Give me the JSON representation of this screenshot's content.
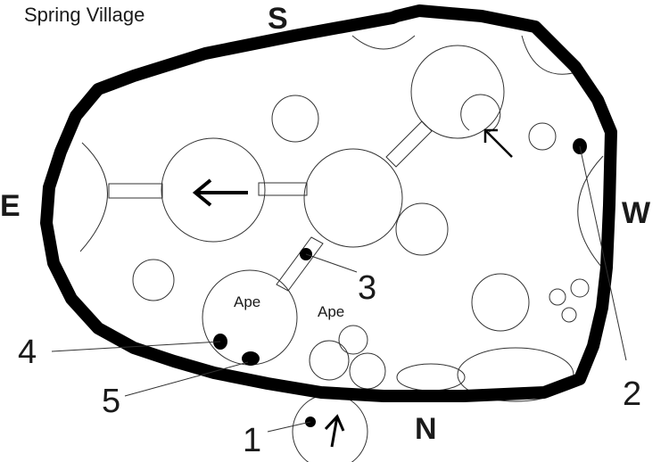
{
  "map": {
    "title": "Spring Village",
    "directions": {
      "south": "S",
      "east": "E",
      "west": "W",
      "north": "N"
    },
    "markers": [
      "1",
      "2",
      "3",
      "4",
      "5"
    ],
    "area_labels": [
      "Ape",
      "Ape"
    ],
    "icons": [
      "arrow-left-icon",
      "arrow-up-left-icon",
      "arrow-up-icon",
      "marker-dot-icon"
    ],
    "colors": {
      "wall": "#000000",
      "lines": "#333333",
      "background": "#ffffff"
    }
  }
}
